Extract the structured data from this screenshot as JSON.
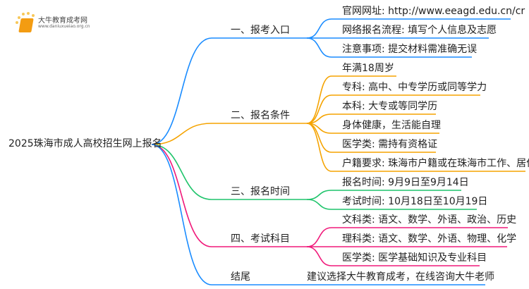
{
  "logo": {
    "name": "大牛教育成考网",
    "url": "www.daniuxueiao.org.cn"
  },
  "root": "2025珠海市成人高校招生网上报名",
  "colors": {
    "blue": "#1a8cff",
    "orange": "#f5a300",
    "green": "#1fc46b",
    "pink": "#f0197a"
  },
  "branches": [
    {
      "label": "一、报考入口",
      "children": [
        "官网网址: http://www.eeagd.edu.cn/cr",
        "网络报名流程: 填写个人信息及志愿",
        "注意事项: 提交材料需准确无误"
      ]
    },
    {
      "label": "二、报名条件",
      "children": [
        "年满18周岁",
        "专科: 高中、中专学历或同等学力",
        "本科: 大专或等同学历",
        "身体健康，生活能自理",
        "医学类: 需持有资格证",
        "户籍要求: 珠海市户籍或在珠海市工作、居住"
      ]
    },
    {
      "label": "三、报名时间",
      "children": [
        "报名时间: 9月9日至9月14日",
        "考试时间: 10月18日至10月19日"
      ]
    },
    {
      "label": "四、考试科目",
      "children": [
        "文科类: 语文、数学、外语、政治、历史",
        "理科类: 语文、数学、外语、物理、化学",
        "医学类: 医学基础知识及专业科目"
      ]
    },
    {
      "label": "结尾",
      "children": [
        "建议选择大牛教育成考，在线咨询大牛老师"
      ]
    }
  ]
}
